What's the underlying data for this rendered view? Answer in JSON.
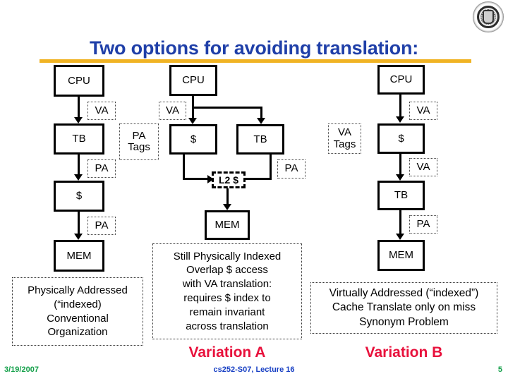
{
  "slide": {
    "title": "Two options for avoiding translation:",
    "accent_title_color": "#1f3fa8",
    "accent_rule_color": "#f0b323",
    "variation_color": "#e8113c"
  },
  "logo": {
    "name": "university-seal"
  },
  "columns": {
    "left": {
      "nodes": {
        "cpu": "CPU",
        "tb": "TB",
        "cache": "$",
        "mem": "MEM",
        "pa_tags": "PA\nTags"
      },
      "tags": {
        "va": "VA",
        "pa_after_tb": "PA",
        "pa_after_cache": "PA"
      },
      "caption_lines": [
        "Physically Addressed",
        "(“indexed)",
        "Conventional",
        "Organization"
      ]
    },
    "middle": {
      "nodes": {
        "cpu": "CPU",
        "cache": "$",
        "tb": "TB",
        "l2": "L2 $",
        "mem": "MEM"
      },
      "tags": {
        "va": "VA",
        "pa": "PA"
      },
      "caption_lines": [
        "Still Physically Indexed",
        "Overlap $ access",
        "with VA translation:",
        "requires $ index to",
        "remain invariant",
        "across translation"
      ],
      "variation_label": "Variation A"
    },
    "right": {
      "nodes": {
        "cpu": "CPU",
        "cache": "$",
        "tb": "TB",
        "mem": "MEM",
        "va_tags": "VA\nTags"
      },
      "tags": {
        "va_top": "VA",
        "va_mid": "VA",
        "pa": "PA"
      },
      "caption_lines": [
        "Virtually Addressed (“indexed”)",
        "Cache Translate only on miss",
        "Synonym Problem"
      ],
      "variation_label": "Variation B"
    }
  },
  "footer": {
    "date": "3/19/2007",
    "course": "cs252-S07, Lecture 16",
    "page": "5"
  }
}
